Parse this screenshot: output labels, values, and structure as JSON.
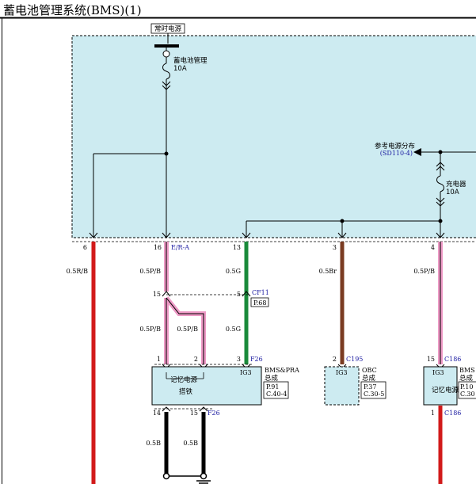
{
  "title": "蓄电池管理系统(BMS)(1)",
  "source": {
    "label": "常时电源"
  },
  "fuses": [
    {
      "name": "蓄电池管理",
      "rating": "10A"
    },
    {
      "name": "充电器",
      "rating": "10A"
    }
  ],
  "ref_power": {
    "label": "参考电源分布",
    "ref": "(SD110-4)"
  },
  "terminals": [
    {
      "pin": "6",
      "wire": "0.5R/B"
    },
    {
      "pin": "16",
      "tag": "E/R-A",
      "wire": "0.5P/B"
    },
    {
      "pin": "13",
      "wire": "0.5G"
    },
    {
      "pin": "3",
      "wire": "0.5Br"
    },
    {
      "pin": "4",
      "wire": "0.5P/B"
    }
  ],
  "splice": {
    "pin_left": "15",
    "pin_right": "5",
    "connector": "CF11",
    "page": "P.68",
    "wires_below": [
      "0.5P/B",
      "0.5P/B",
      "0.5G"
    ]
  },
  "modules": [
    {
      "pins": [
        "1",
        "2",
        "3"
      ],
      "connector": "F26",
      "port": "IG3",
      "memory": "记忆电源",
      "ground": "搭铁",
      "name": "BMS&PRA",
      "assembly": "总成",
      "page": "P.91",
      "loc": "C.40-4",
      "ground_pins": [
        "14",
        "15"
      ],
      "ground_connector": "F26",
      "ground_wires": [
        "0.5B",
        "0.5B"
      ]
    },
    {
      "pins": [
        "2"
      ],
      "connector": "C195",
      "port": "IG3",
      "name": "OBC",
      "assembly": "总成",
      "page": "P.37",
      "loc": "C.30-5"
    },
    {
      "pins": [
        "15"
      ],
      "connector": "C186",
      "port": "IG3",
      "memory": "记忆电源",
      "name": "BMS",
      "assembly": "总成",
      "page": "P.10",
      "loc": "C.30",
      "out_pin": "1",
      "out_connector": "C186"
    }
  ],
  "colors": {
    "panel_fill": "#cdebf1",
    "red": "#d21a1a",
    "pink": "#ee9ac6",
    "green": "#1a8a3a",
    "brown": "#7a3b22"
  }
}
